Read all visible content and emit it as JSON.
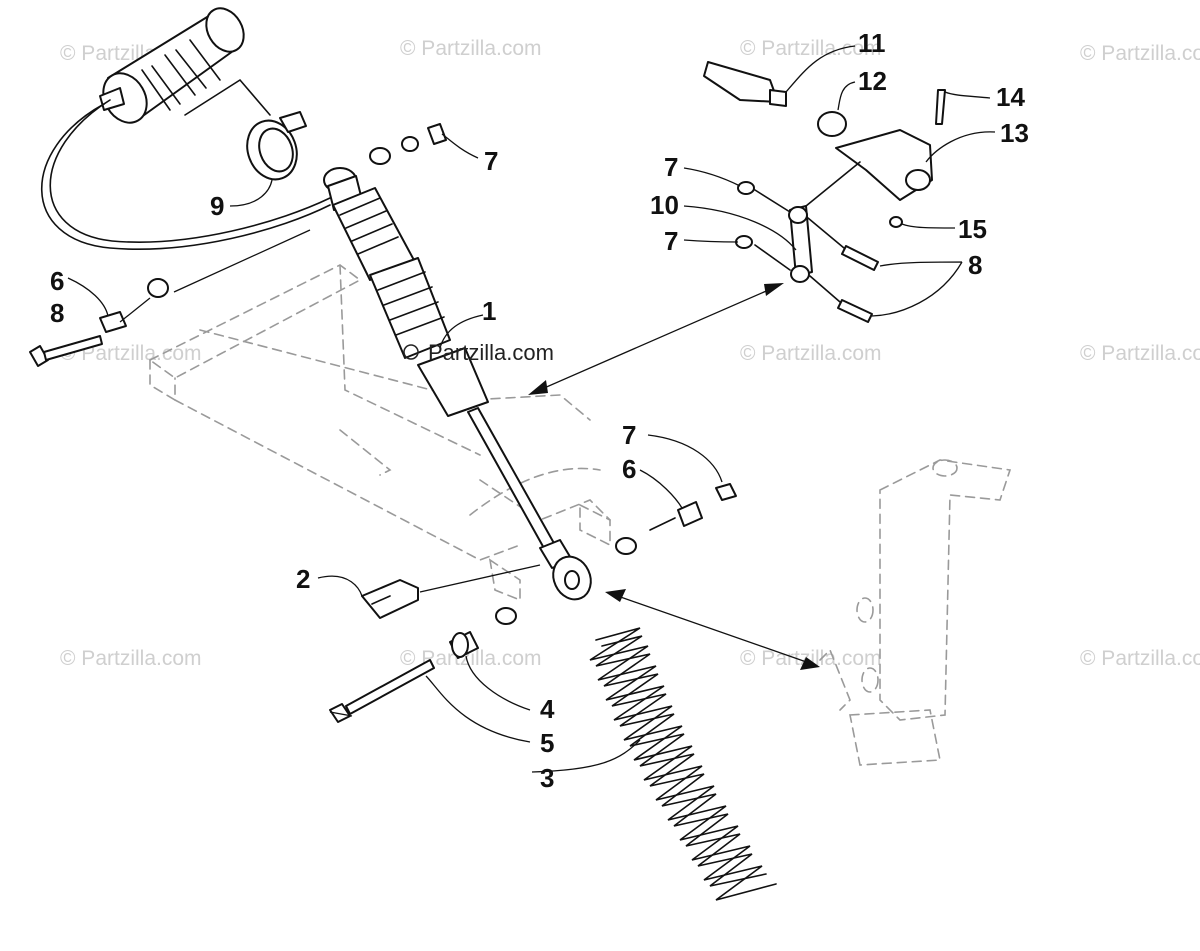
{
  "watermark": "© Partzilla.com",
  "watermark_prominent": "Partzilla.com",
  "callouts": {
    "c1": "1",
    "c2": "2",
    "c3": "3",
    "c4": "4",
    "c5": "5",
    "c6a": "6",
    "c6b": "6",
    "c7a": "7",
    "c7b": "7",
    "c7c": "7",
    "c7d": "7",
    "c8a": "8",
    "c8b": "8",
    "c9": "9",
    "c10": "10",
    "c11": "11",
    "c12": "12",
    "c13": "13",
    "c14": "14",
    "c15": "15"
  },
  "colors": {
    "line": "#111111",
    "ghost": "#9a9a9a",
    "watermark": "#cfcfcf"
  }
}
